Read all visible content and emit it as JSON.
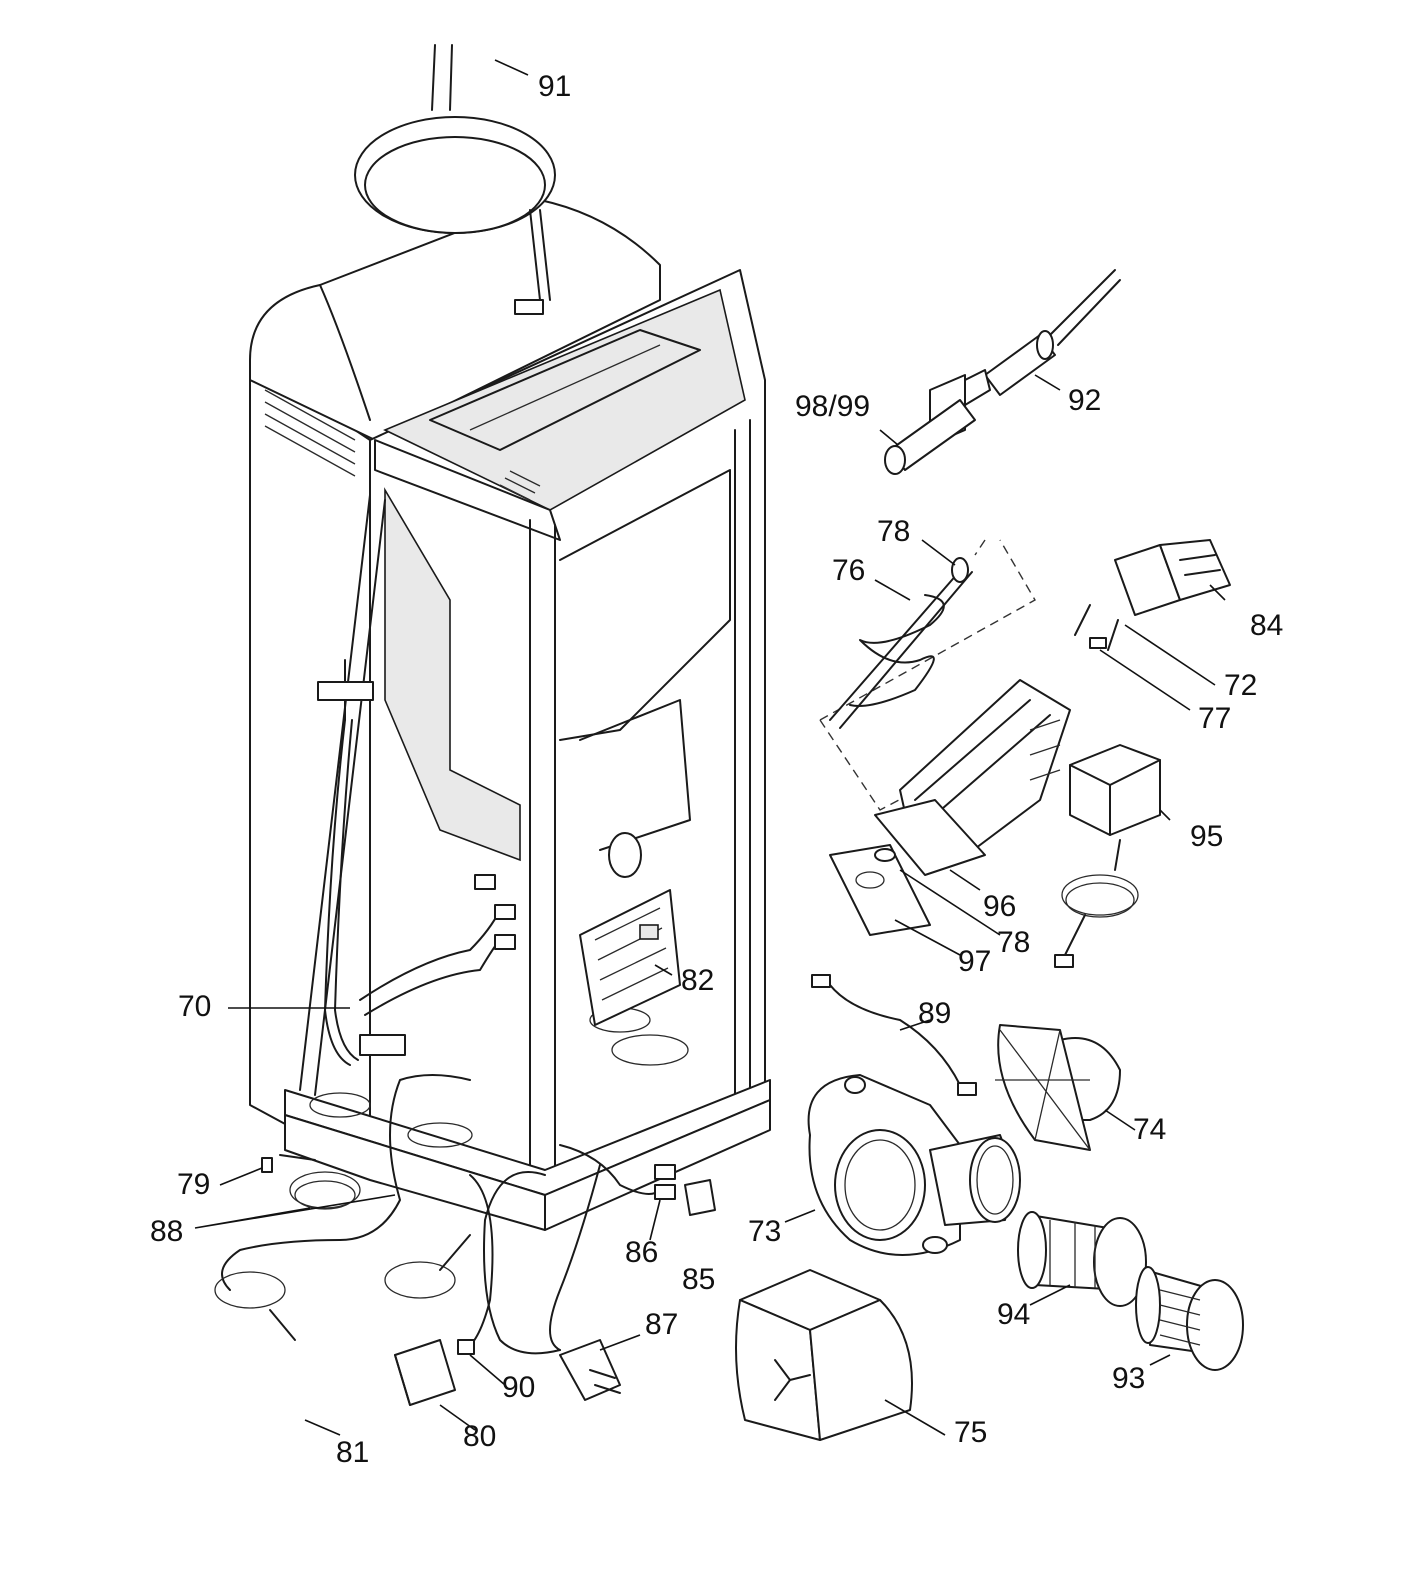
{
  "callouts": {
    "c91": "91",
    "c98_99": "98/99",
    "c92": "92",
    "c78a": "78",
    "c76": "76",
    "c84": "84",
    "c72": "72",
    "c77": "77",
    "c95": "95",
    "c96": "96",
    "c78b": "78",
    "c97": "97",
    "c82": "82",
    "c70": "70",
    "c89": "89",
    "c74": "74",
    "c79": "79",
    "c88": "88",
    "c86": "86",
    "c85": "85",
    "c73": "73",
    "c87": "87",
    "c94": "94",
    "c93": "93",
    "c90": "90",
    "c80": "80",
    "c75": "75",
    "c81": "81"
  }
}
